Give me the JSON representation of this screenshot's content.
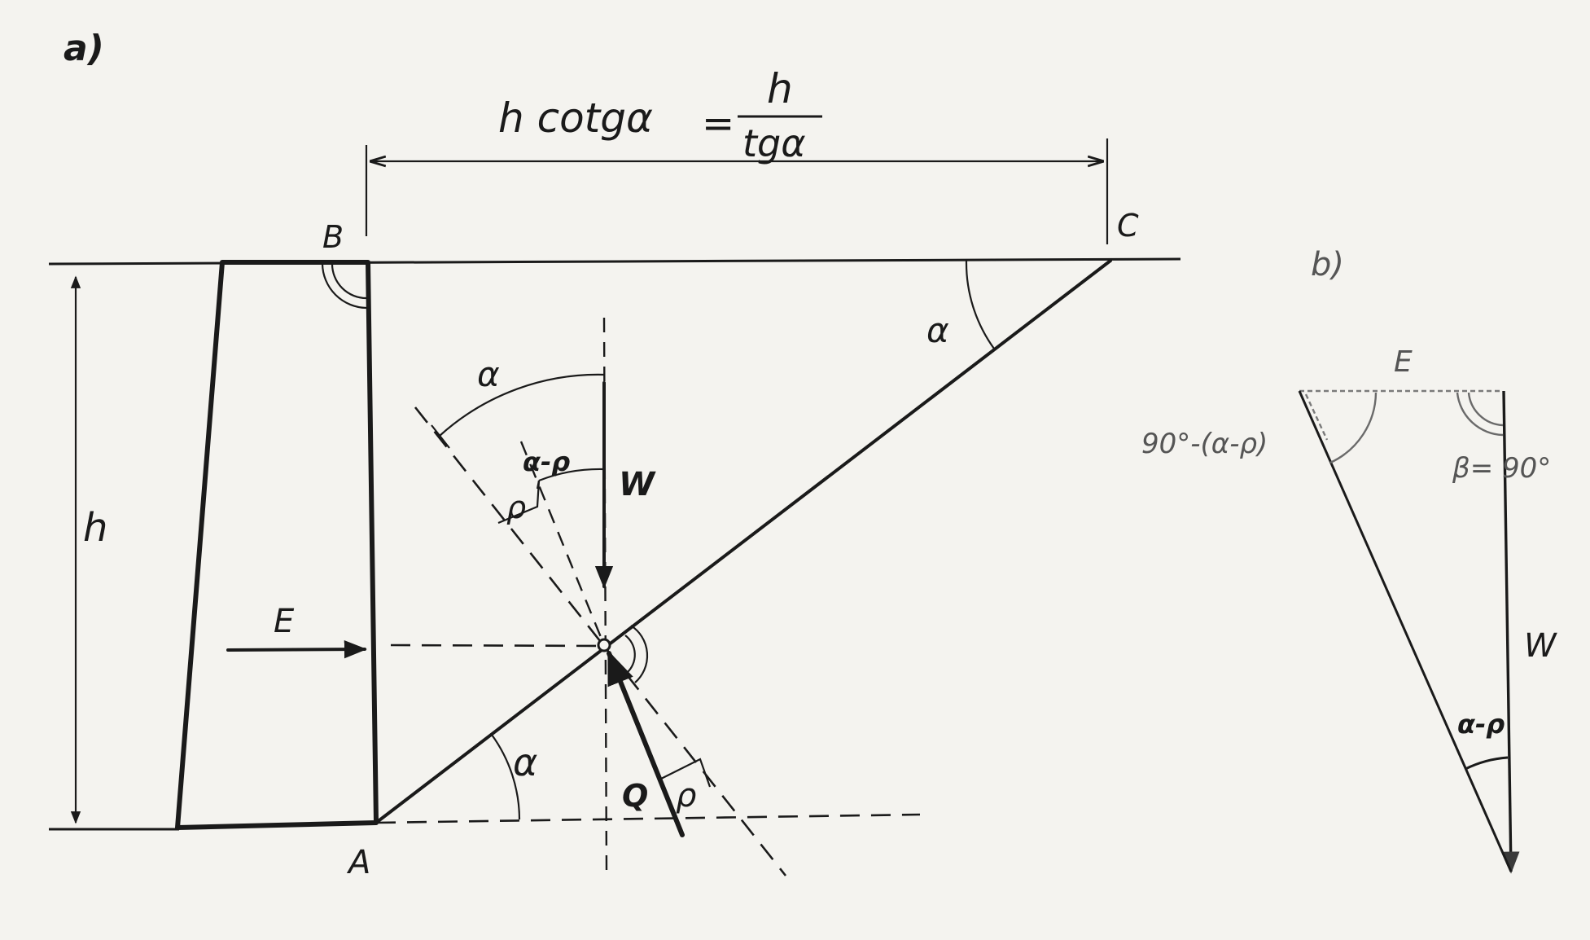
{
  "figure_a": {
    "panel_label": "a)",
    "dimension_formula": {
      "lhs": "h cotgα",
      "equals": "=",
      "numerator": "h",
      "denominator": "tgα"
    },
    "height_label": "h",
    "points": {
      "A": "A",
      "B": "B",
      "C": "C"
    },
    "angle_alpha_top": "α",
    "angle_alpha_arc": "α",
    "angle_alpha_bottom": "α",
    "angle_alpha_minus_rho": "α-ρ",
    "angle_rho_left": "ρ",
    "angle_rho_right": "ρ",
    "force_W": "W",
    "force_E": "E",
    "force_Q": "Q"
  },
  "figure_b": {
    "panel_label": "b)",
    "force_E": "E",
    "force_W": "W",
    "angle_left": "90°-(α-ρ)",
    "angle_right": "β= 90°",
    "angle_bottom": "α-ρ"
  },
  "colors": {
    "ink": "#1a1a1a",
    "paper": "#f4f3ef",
    "faded_ink": "#6a6a6a"
  }
}
